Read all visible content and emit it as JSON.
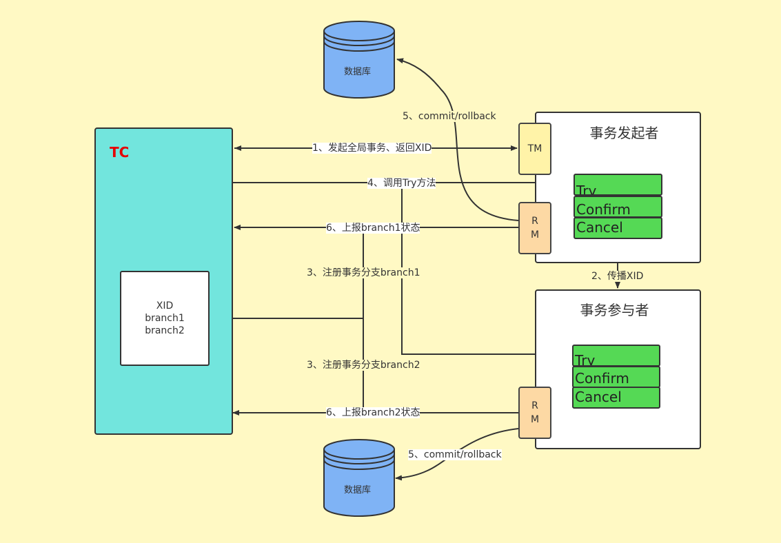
{
  "tc": {
    "title": "TC"
  },
  "xid_box": {
    "lines": [
      "XID",
      "branch1",
      "branch2"
    ]
  },
  "databases": {
    "top_label": "数据库",
    "bottom_label": "数据库"
  },
  "initiator": {
    "title": "事务发起者",
    "tm": "TM",
    "rm_line1": "R",
    "rm_line2": "M",
    "try": "Try",
    "confirm": "Confirm",
    "cancel": "Cancel"
  },
  "participant": {
    "title": "事务参与者",
    "rm_line1": "R",
    "rm_line2": "M",
    "try": "Try",
    "confirm": "Confirm",
    "cancel": "Cancel"
  },
  "edges": {
    "e1": "1、发起全局事务、返回XID",
    "e2": "2、传播XID",
    "e3a": "3、注册事务分支branch1",
    "e3b": "3、注册事务分支branch2",
    "e4": "4、调用Try方法",
    "e5a": "5、commit/rollback",
    "e5b": "5、commit/rollback",
    "e6a": "6、上报branch1状态",
    "e6b": "6、上报branch2状态"
  },
  "colors": {
    "background": "#FFF9C4",
    "tc": "#72E5DD",
    "tm": "#FFF3A8",
    "rm": "#FDD9A4",
    "tcc": "#55D955",
    "database": "#7FB3F5",
    "tc_title": "#E60000"
  }
}
